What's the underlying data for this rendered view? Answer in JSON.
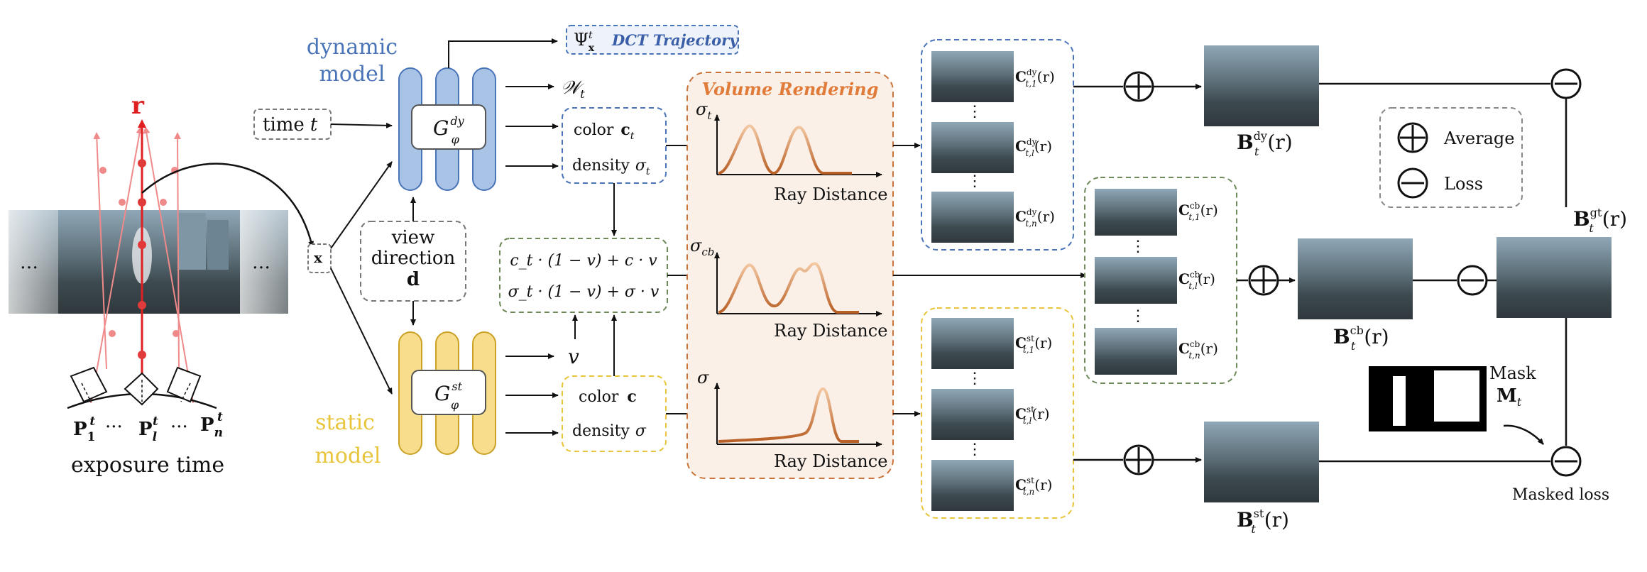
{
  "colors": {
    "dynamic": "#4a74b8",
    "dynamic_fill": "#a9c3e6",
    "static": "#e8c53a",
    "static_fill": "#f7dd8c",
    "ray_red": "#e02020",
    "volume_orange": "#e07b39",
    "volume_bg": "#fbf0e8",
    "curve": "#c8733a",
    "combined_green": "#6f8a5a",
    "legend_gray": "#888888"
  },
  "camera": {
    "ray_label": "r",
    "ellipsis_left": "…",
    "ellipsis_right": "…",
    "pose_1": "P",
    "pose_1_sub": "1",
    "pose_1_sup": "t",
    "pose_l": "P",
    "pose_l_sub": "l",
    "pose_l_sup": "t",
    "pose_n": "P",
    "pose_n_sub": "n",
    "pose_n_sup": "t",
    "poses_dots": "···",
    "caption": "exposure time"
  },
  "inputs": {
    "time_label": "time",
    "time_var": "t",
    "position": "x",
    "view_line1": "view",
    "view_line2": "direction",
    "view_var": "d"
  },
  "dynamic_model": {
    "title_line1": "dynamic",
    "title_line2": "model",
    "net_symbol": "G",
    "net_sup": "dy",
    "net_sub": "φ",
    "weight_symbol": "𝒲",
    "weight_sub": "t",
    "out_color_label": "color",
    "out_color_var": "c",
    "out_color_sub": "t",
    "out_density_label": "density",
    "out_density_var": "σ",
    "out_density_sub": "t",
    "traj_symbol": "Ψ",
    "traj_sup": "t",
    "traj_sub": "x",
    "traj_label": "DCT Trajectory"
  },
  "static_model": {
    "title_line1": "static",
    "title_line2": "model",
    "net_symbol": "G",
    "net_sup": "st",
    "net_sub": "φ",
    "mask_var": "v",
    "out_color_label": "color",
    "out_color_var": "c",
    "out_density_label": "density",
    "out_density_var": "σ"
  },
  "blend": {
    "line1": "c_t · (1 − v) + c · v",
    "line2": "σ_t · (1 − v) + σ · v"
  },
  "volume_rendering": {
    "title": "Volume Rendering",
    "plot1_ylabel": "σ",
    "plot1_ysub": "t",
    "plot2_ylabel": "σ",
    "plot2_ysub": "cb",
    "plot3_ylabel": "σ",
    "xlabel": "Ray Distance"
  },
  "colors_stacks": {
    "dy_prefix": "C",
    "dy_sup": "dy",
    "cb_sup": "cb",
    "st_sup": "st",
    "sub_1": "t,1",
    "sub_l": "t,l",
    "sub_n": "t,n",
    "arg": "(r)",
    "vdots": "⋮"
  },
  "outputs": {
    "B_symbol": "B",
    "B_sub": "t",
    "dy_sup": "dy",
    "cb_sup": "cb",
    "st_sup": "st",
    "gt_sup": "gt",
    "arg": "(r)"
  },
  "mask": {
    "label": "Mask",
    "symbol": "M",
    "sub": "t",
    "masked_loss": "Masked loss"
  },
  "legend": {
    "average": "Average",
    "loss": "Loss"
  }
}
